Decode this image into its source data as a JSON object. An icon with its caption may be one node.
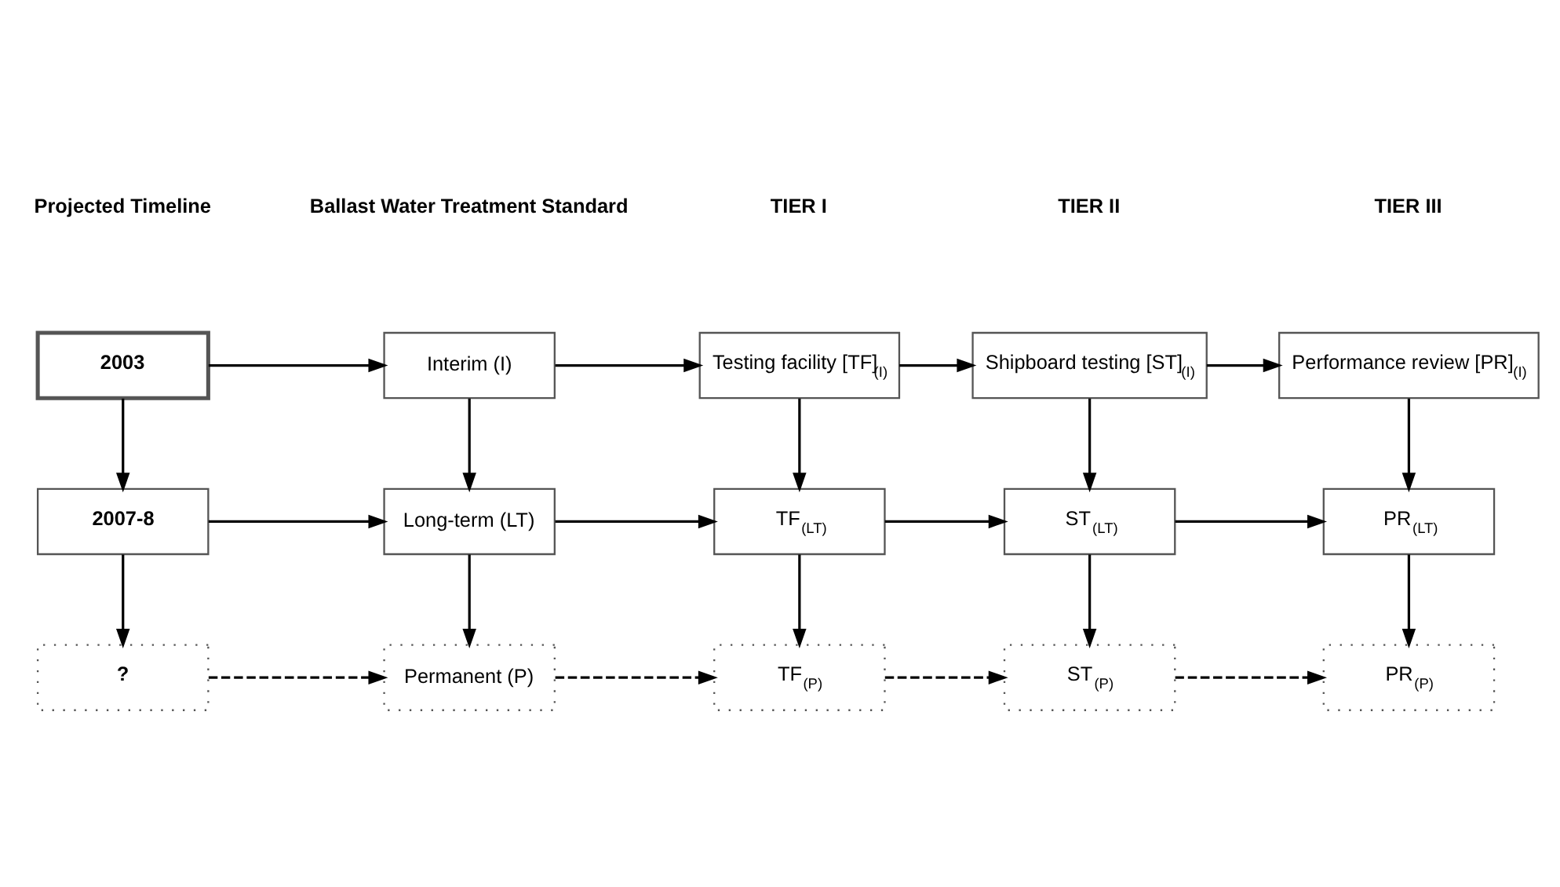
{
  "diagram": {
    "nodes": [
      {
        "text": [
          "2003"
        ]
      },
      {
        "text": [
          "Interim (I)"
        ]
      },
      {
        "text": [
          "Testing facility [TF]$_{(I)}$"
        ]
      },
      {
        "text": [
          "Shipboard testing [ST]$_{(I)}$"
        ]
      },
      {
        "text": [
          "Performance review [PR]$_{(I)}$"
        ]
      },
      {
        "text": [
          "2007-8"
        ]
      },
      {
        "text": [
          "Long-term (LT)"
        ]
      },
      {
        "text": [
          "TF$_{(LT)}$"
        ]
      },
      {
        "text": [
          "ST$_{(LT)}$"
        ]
      },
      {
        "text": [
          "PR$_{(LT)}$"
        ]
      },
      {
        "text": [
          "?"
        ]
      },
      {
        "text": [
          "Permanent (P)"
        ]
      },
      {
        "text": [
          "TF$_{(P)}$"
        ]
      },
      {
        "text": [
          "ST$_{(P)}$"
        ]
      },
      {
        "text": [
          "PR$_{(P)}$"
        ]
      }
    ],
    "edges": [
      {
        "from": 0,
        "to": 1,
        "arrow": "to"
      },
      {
        "from": 1,
        "to": 2,
        "arrow": "to"
      },
      {
        "from": 2,
        "to": 3,
        "arrow": "to"
      },
      {
        "from": 3,
        "to": 4,
        "arrow": "to"
      },
      {
        "from": 0,
        "to": 5,
        "arrow": "to"
      },
      {
        "from": 1,
        "to": 6,
        "arrow": "to"
      },
      {
        "from": 2,
        "to": 7,
        "arrow": "to"
      },
      {
        "from": 3,
        "to": 8,
        "arrow": "to"
      },
      {
        "from": 4,
        "to": 9,
        "arrow": "to"
      },
      {
        "from": 5,
        "to": 6,
        "arrow": "to"
      },
      {
        "from": 6,
        "to": 7,
        "arrow": "to"
      },
      {
        "from": 7,
        "to": 8,
        "arrow": "to"
      },
      {
        "from": 8,
        "to": 9,
        "arrow": "to"
      },
      {
        "from": 5,
        "to": 10,
        "arrow": "to"
      },
      {
        "from": 6,
        "to": 11,
        "arrow": "to"
      },
      {
        "from": 7,
        "to": 12,
        "arrow": "to"
      },
      {
        "from": 8,
        "to": 13,
        "arrow": "to"
      },
      {
        "from": 9,
        "to": 14,
        "arrow": "to"
      },
      {
        "from": 10,
        "to": 11,
        "arrow": "to",
        "style": "dashed"
      },
      {
        "from": 11,
        "to": 12,
        "arrow": "to",
        "style": "dashed"
      },
      {
        "from": 12,
        "to": 13,
        "arrow": "to",
        "style": "dashed"
      },
      {
        "from": 13,
        "to": 14,
        "arrow": "to",
        "style": "dashed"
      }
    ],
    "labels": [
      "Projected Timeline",
      "Ballast Water Treatment Standard",
      "TIER I",
      "TIER II",
      "TIER III"
    ]
  }
}
